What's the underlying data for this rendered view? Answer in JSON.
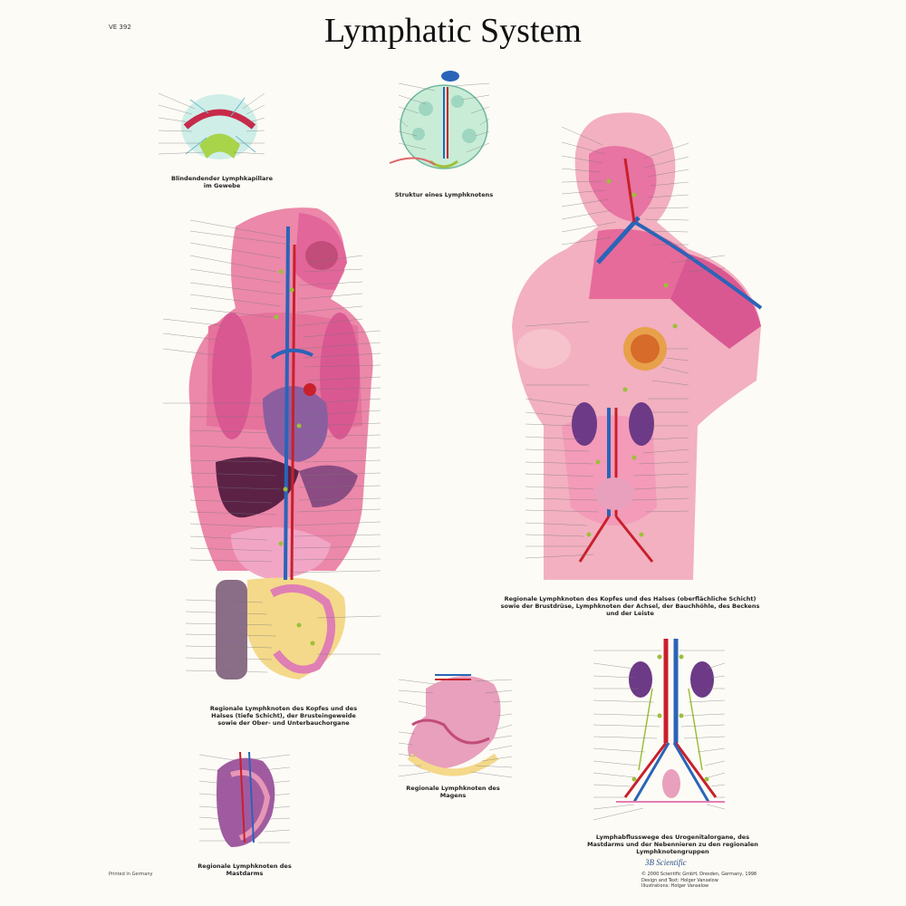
{
  "header": {
    "code": "VE 392",
    "title": "Lymphatic System"
  },
  "captions": {
    "capillary": "Blindendender Lymphkapillare im Gewebe",
    "node": "Struktur eines Lymphknotens",
    "torso_left": "Regionale Lymphknoten des Kopfes und des Halses (tiefe Schicht), der Brusteingeweide sowie der Ober- und Unterbauchorgane",
    "torso_right": "Regionale Lymphknoten des Kopfes und des Halses (oberflächliche Schicht) sowie der Brustdrüse, Lymphknoten der Achsel, der Bauchhöhle, des Beckens und der Leiste",
    "stomach": "Regionale Lymphknoten des Magens",
    "rectum": "Regionale Lymphknoten des Mastdarms",
    "retro": "Lymphabflusswege des Urogenitalorgane, des Mastdarms und der Nebennieren zu den regionalen Lymphknotengruppen"
  },
  "footer": {
    "logo": "3B Scientific",
    "publisher_line1": "© 2000 Scientific GmbH, Dresden, Germany, 1998",
    "publisher_line2": "Design and Text: Holger Vanselow",
    "publisher_line3": "Illustrations: Holger Vanselow",
    "printed": "Printed in Germany"
  },
  "colors": {
    "skin": "#f1a9b6",
    "muscle": "#d8467e",
    "vein": "#2a64b8",
    "artery": "#c8202c",
    "lymph": "#9dbf3a",
    "organ": "#7e4d8c",
    "liver": "#5b2246",
    "kidney": "#6c3a86",
    "gut": "#f0a0c0",
    "fat": "#f4d98a"
  }
}
